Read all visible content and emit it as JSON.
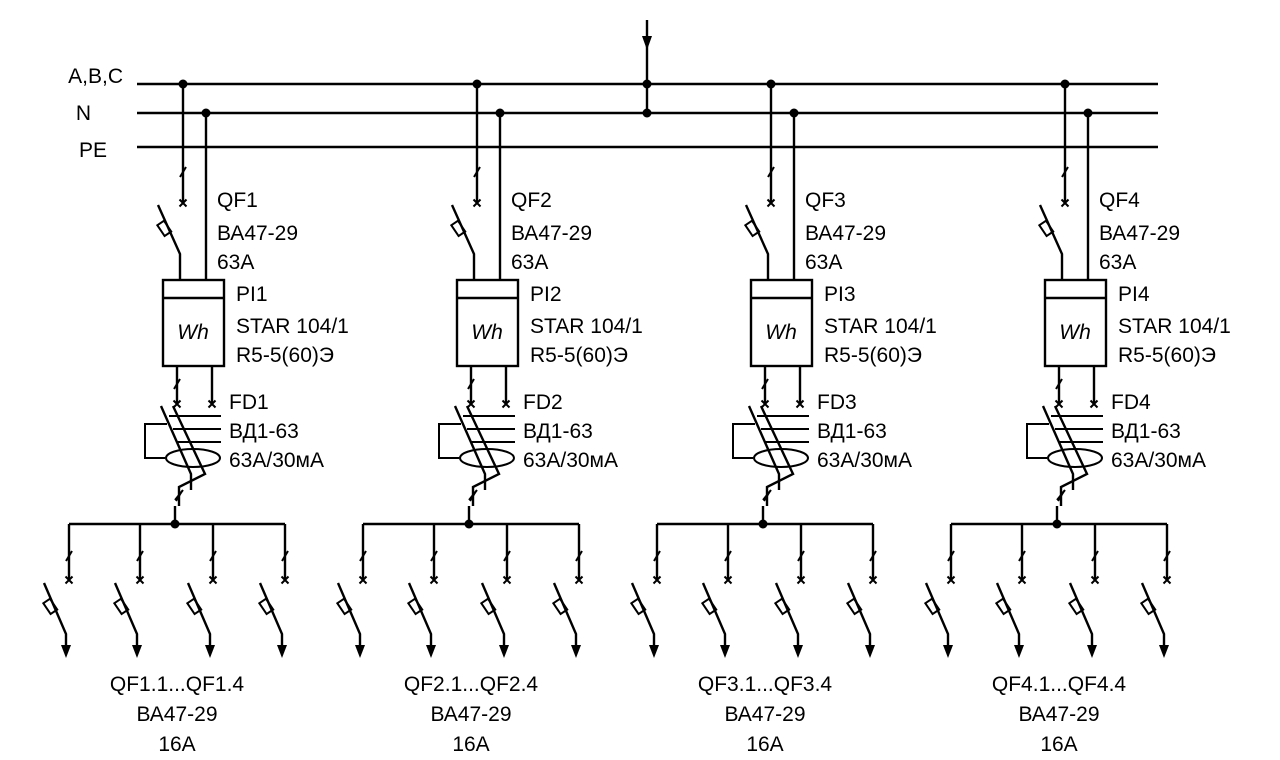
{
  "buses": [
    {
      "label": "A,B,C"
    },
    {
      "label": "N"
    },
    {
      "label": "PE"
    }
  ],
  "feeders": [
    {
      "breaker": {
        "ref": "QF1",
        "model": "ВА47-29",
        "rating": "63А"
      },
      "meter": {
        "ref": "PI1",
        "model": "STAR 104/1",
        "spec": "R5-5(60)Э",
        "symbol": "Wh"
      },
      "rcd": {
        "ref": "FD1",
        "model": "ВД1-63",
        "rating": "63А/30мА"
      },
      "outgoing": {
        "refs": "QF1.1...QF1.4",
        "model": "ВА47-29",
        "rating": "16А"
      }
    },
    {
      "breaker": {
        "ref": "QF2",
        "model": "ВА47-29",
        "rating": "63А"
      },
      "meter": {
        "ref": "PI2",
        "model": "STAR 104/1",
        "spec": "R5-5(60)Э",
        "symbol": "Wh"
      },
      "rcd": {
        "ref": "FD2",
        "model": "ВД1-63",
        "rating": "63А/30мА"
      },
      "outgoing": {
        "refs": "QF2.1...QF2.4",
        "model": "ВА47-29",
        "rating": "16А"
      }
    },
    {
      "breaker": {
        "ref": "QF3",
        "model": "ВА47-29",
        "rating": "63А"
      },
      "meter": {
        "ref": "PI3",
        "model": "STAR 104/1",
        "spec": "R5-5(60)Э",
        "symbol": "Wh"
      },
      "rcd": {
        "ref": "FD3",
        "model": "ВД1-63",
        "rating": "63А/30мА"
      },
      "outgoing": {
        "refs": "QF3.1...QF3.4",
        "model": "ВА47-29",
        "rating": "16А"
      }
    },
    {
      "breaker": {
        "ref": "QF4",
        "model": "ВА47-29",
        "rating": "63А"
      },
      "meter": {
        "ref": "PI4",
        "model": "STAR 104/1",
        "spec": "R5-5(60)Э",
        "symbol": "Wh"
      },
      "rcd": {
        "ref": "FD4",
        "model": "ВД1-63",
        "rating": "63А/30мА"
      },
      "outgoing": {
        "refs": "QF4.1...QF4.4",
        "model": "ВА47-29",
        "rating": "16А"
      }
    }
  ]
}
